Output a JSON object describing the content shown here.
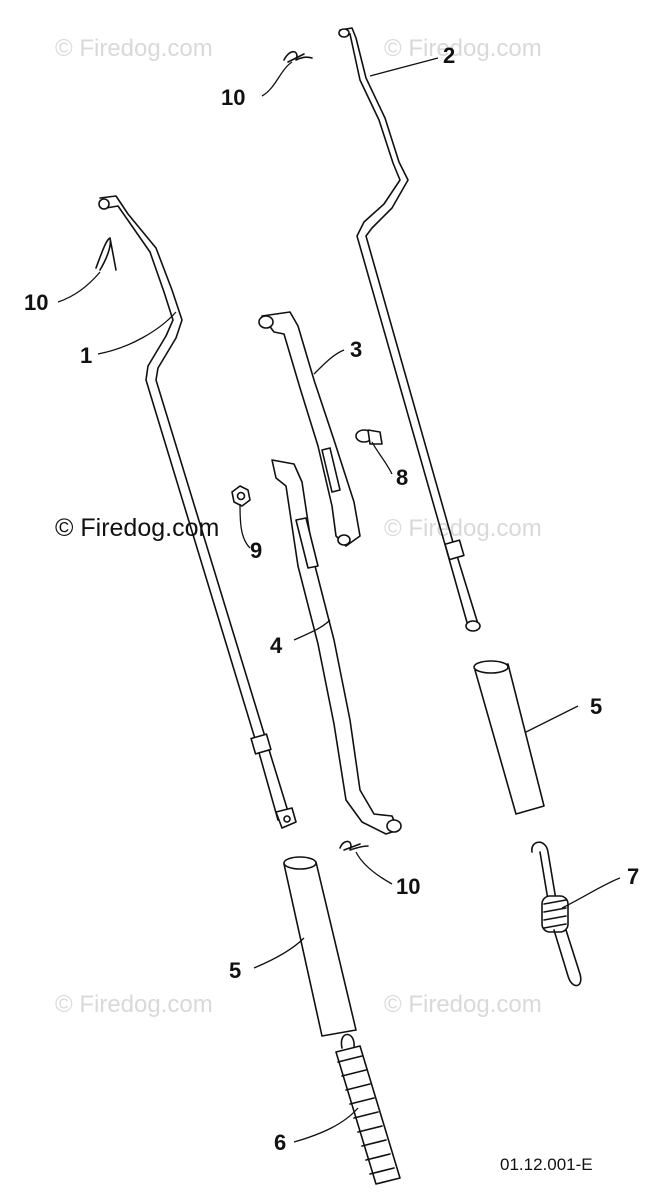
{
  "watermarks": {
    "top_left": "© Firedog.com",
    "top_right": "© Firedog.com",
    "mid_left": "© Firedog.com",
    "mid_right": "© Firedog.com",
    "bottom_left": "© Firedog.com",
    "bottom_right": "© Firedog.com"
  },
  "callouts": {
    "c1": "1",
    "c2": "2",
    "c3": "3",
    "c4": "4",
    "c5a": "5",
    "c5b": "5",
    "c6": "6",
    "c7": "7",
    "c8": "8",
    "c9": "9",
    "c10a": "10",
    "c10b": "10",
    "c10c": "10"
  },
  "drawing_code": "01.12.001-E"
}
